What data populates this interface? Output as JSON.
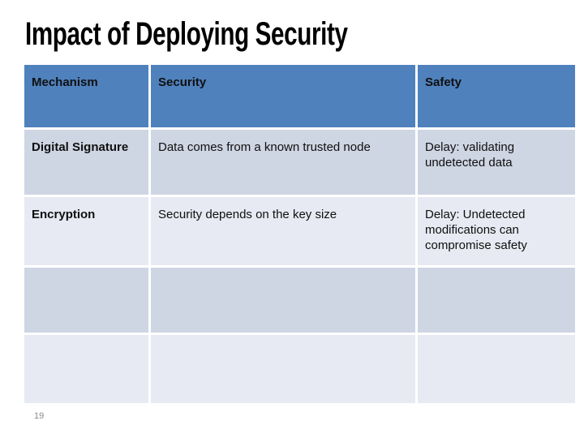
{
  "slide": {
    "title": "Impact of Deploying Security",
    "page_number": "19",
    "accent_color": "#4f81bd",
    "band_dark_color": "#ced5e3",
    "band_light_color": "#e7eaf2",
    "title_color": "#000000",
    "header_text_color": "#ffffff",
    "page_number_color": "#8a8a8a"
  },
  "table": {
    "columns": [
      {
        "key": "mechanism",
        "label": "Mechanism"
      },
      {
        "key": "security",
        "label": "Security"
      },
      {
        "key": "safety",
        "label": "Safety"
      }
    ],
    "rows": [
      {
        "mechanism": "Digital Signature",
        "security": "Data comes from a known trusted node",
        "safety": "Delay: validating undetected data"
      },
      {
        "mechanism": "Encryption",
        "security": "Security depends on the key size",
        "safety": "Delay: Undetected modifications can compromise safety"
      },
      {
        "mechanism": "",
        "security": "",
        "safety": ""
      },
      {
        "mechanism": "",
        "security": "",
        "safety": ""
      }
    ]
  }
}
